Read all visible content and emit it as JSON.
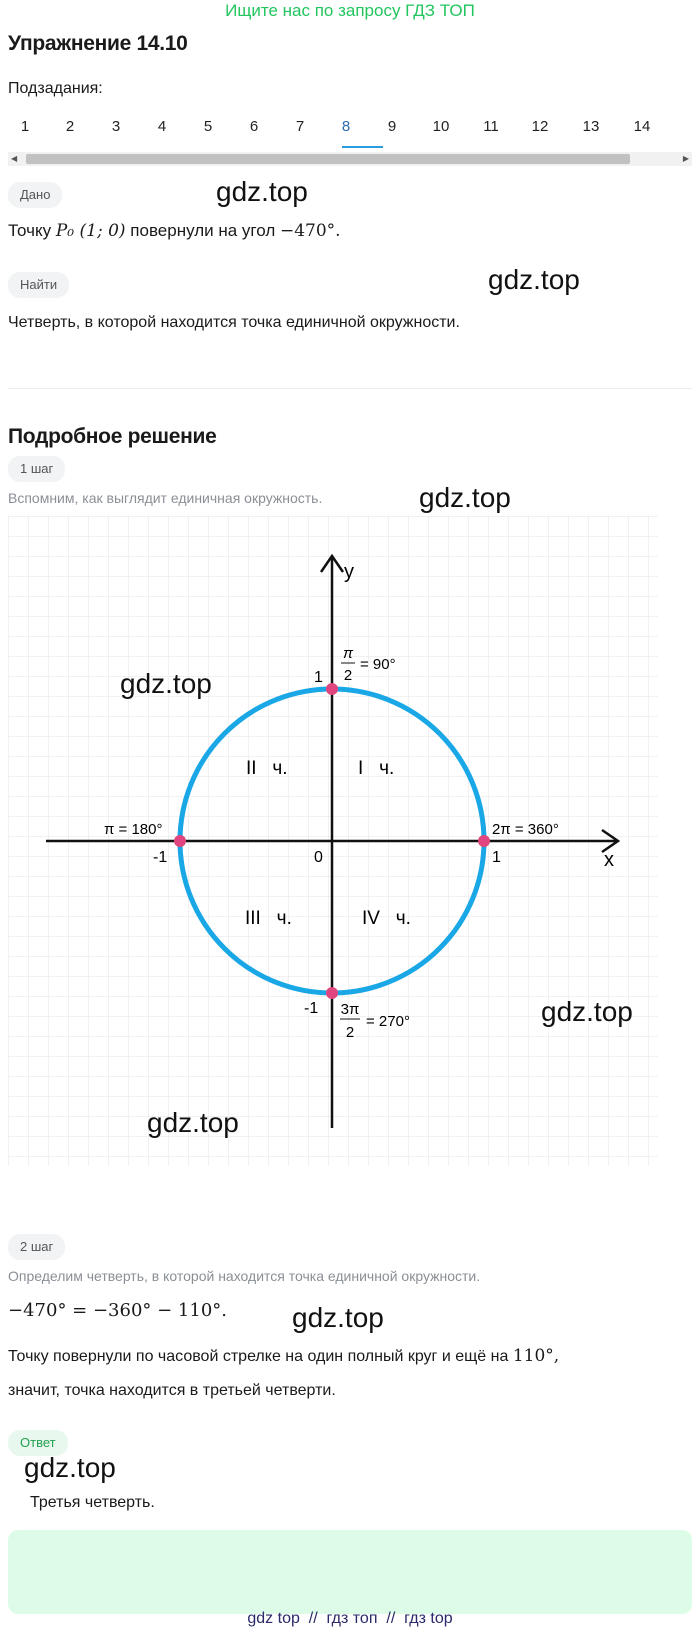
{
  "banner": "Ищите нас по запросу ГДЗ ТОП",
  "title": "Упражнение 14.10",
  "subtasks_label": "Подзадания:",
  "tabs": [
    "1",
    "2",
    "3",
    "4",
    "5",
    "6",
    "7",
    "8",
    "9",
    "10",
    "11",
    "12",
    "13",
    "14"
  ],
  "active_tab": "8",
  "given": {
    "label": "Дано",
    "text_before": "Точку",
    "math_point": "P₀ (1; 0)",
    "text_after": "повернули на угол",
    "math_angle": "−470°."
  },
  "find": {
    "label": "Найти",
    "text": "Четверть, в которой находится точка единичной окружности."
  },
  "solution_title": "Подробное решение",
  "step1": {
    "label": "1 шаг",
    "text": "Вспомним, как выглядит единичная окружность."
  },
  "diagram": {
    "axis_y": "y",
    "axis_x": "x",
    "origin": "0",
    "one_x": "1",
    "minus_one_x": "-1",
    "one_y": "1",
    "minus_one_y": "-1",
    "q1": "I   ч.",
    "q2": "II   ч.",
    "q3": "III   ч.",
    "q4": "IV   ч.",
    "top_num": "π",
    "top_den": "2",
    "top_rest": "= 90°",
    "left": "π = 180°",
    "right": "2π = 360°",
    "bottom_num": "3π",
    "bottom_den": "2",
    "bottom_rest": "= 270°",
    "circle_color": "#1aa7e6",
    "point_color": "#e0457f"
  },
  "step2": {
    "label": "2 шаг",
    "text": "Определим четверть, в которой находится точка единичной окружности.",
    "math": "−470° = −360° − 110°.",
    "line1_before": "Точку повернули по часовой стрелке на один полный круг и ещё на",
    "line1_math": "110°,",
    "line2": "значит, точка находится в третьей четверти."
  },
  "answer": {
    "label": "Ответ",
    "text": "Третья четверть."
  },
  "watermark": "gdz.top",
  "footer": "gdz top  //  гдз топ  //  гдз top"
}
